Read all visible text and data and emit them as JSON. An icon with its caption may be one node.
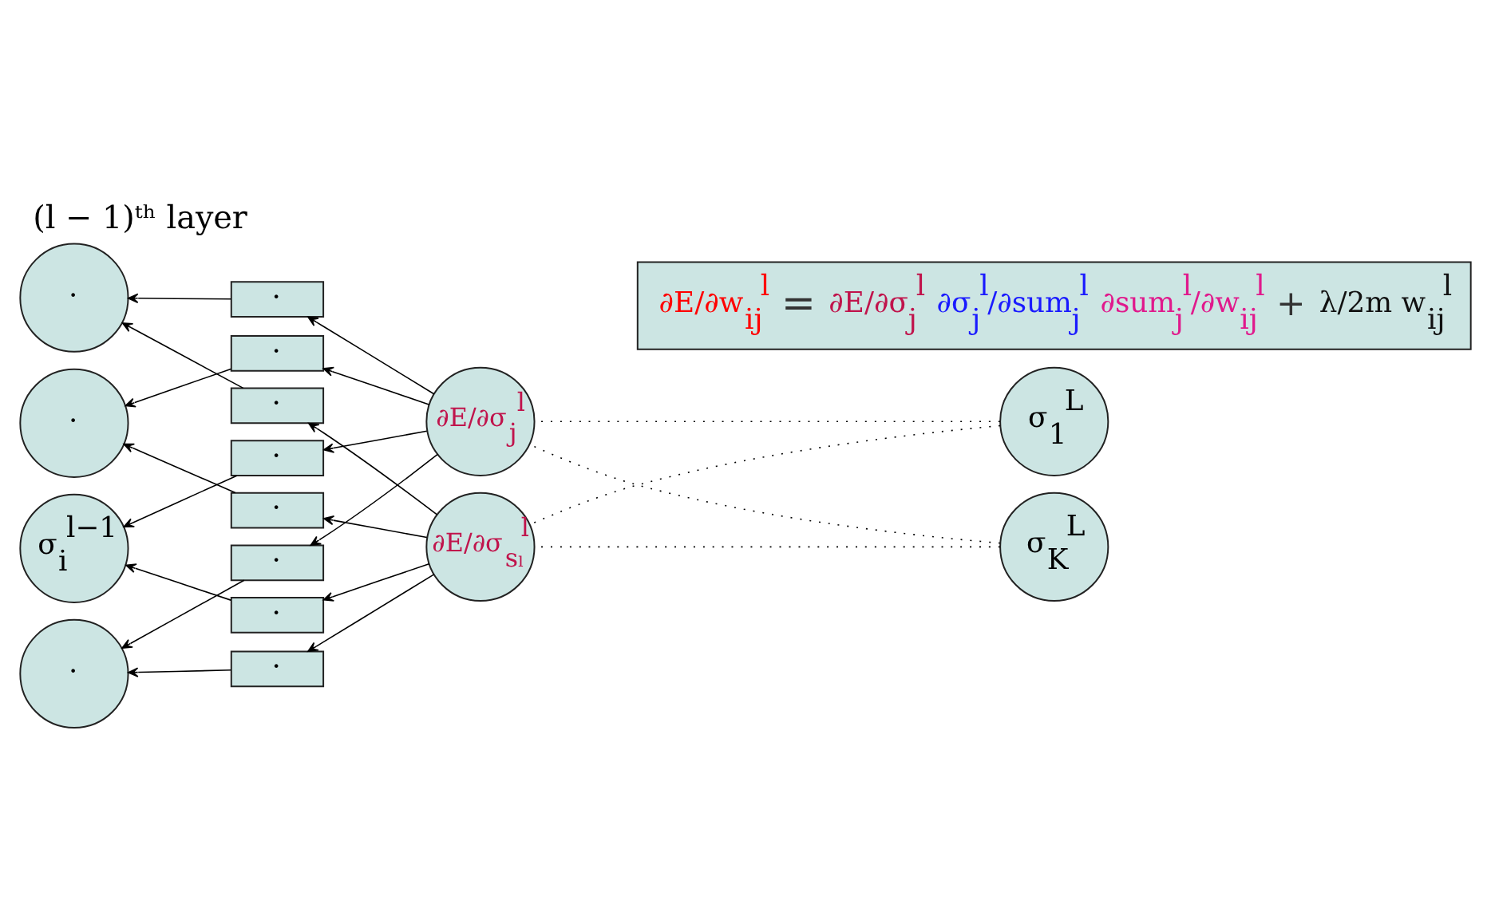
{
  "diagram": {
    "title": "(l − 1)ᵗʰ layer",
    "nodes": [
      {
        "text": [
          "·"
        ]
      },
      {
        "text": [
          "·"
        ]
      },
      {
        "text": [
          "σ$_{i}$$^{l−1}$"
        ]
      },
      {
        "text": [
          "·"
        ]
      },
      {
        "text": [
          "·"
        ]
      },
      {
        "text": [
          "·"
        ]
      },
      {
        "text": [
          "·"
        ]
      },
      {
        "text": [
          "·"
        ]
      },
      {
        "text": [
          "·"
        ]
      },
      {
        "text": [
          "·"
        ]
      },
      {
        "text": [
          "·"
        ]
      },
      {
        "text": [
          "·"
        ]
      },
      {
        "text": [
          "∂E/∂σ$_{j}$$^{l}$"
        ]
      },
      {
        "text": [
          "∂E/∂σ$_{sₗ}$$^{l}$"
        ]
      },
      {
        "text": [
          "σ$_{1}$$^{L}$"
        ]
      },
      {
        "text": [
          "σ$_{K}$$^{L}$"
        ]
      },
      {
        "text": [
          "∂E/∂w$_{ij}$$^{l}$",
          "=",
          "∂E/∂σ$_{j}$$^{l}$",
          "∂σ$_{j}$$^{l}$/∂sum$_{j}$$^{l}$",
          "∂sum$_{j}$$^{l}$/∂w$_{ij}$$^{l}$",
          "+",
          "λ/2m w$_{ij}$$^{l}$"
        ]
      }
    ],
    "edges": [
      {
        "from": 12,
        "to": 4,
        "arrow": "to"
      },
      {
        "from": 4,
        "to": 0,
        "arrow": "to"
      },
      {
        "from": 12,
        "to": 5,
        "arrow": "to"
      },
      {
        "from": 5,
        "to": 1,
        "arrow": "to"
      },
      {
        "from": 12,
        "to": 6,
        "arrow": "to"
      },
      {
        "from": 6,
        "to": 2,
        "arrow": "to"
      },
      {
        "from": 12,
        "to": 7,
        "arrow": "to"
      },
      {
        "from": 7,
        "to": 3,
        "arrow": "to"
      },
      {
        "from": 13,
        "to": 8,
        "arrow": "to"
      },
      {
        "from": 8,
        "to": 0,
        "arrow": "to"
      },
      {
        "from": 13,
        "to": 9,
        "arrow": "to"
      },
      {
        "from": 9,
        "to": 1,
        "arrow": "to"
      },
      {
        "from": 13,
        "to": 10,
        "arrow": "to"
      },
      {
        "from": 10,
        "to": 2,
        "arrow": "to"
      },
      {
        "from": 13,
        "to": 11,
        "arrow": "to"
      },
      {
        "from": 11,
        "to": 3,
        "arrow": "to"
      },
      {
        "from": 14,
        "to": 12,
        "arrow": "none",
        "style": "dashed"
      },
      {
        "from": 15,
        "to": 12,
        "arrow": "none",
        "style": "dashed"
      },
      {
        "from": 14,
        "to": 13,
        "arrow": "none",
        "style": "dashed"
      },
      {
        "from": 15,
        "to": 13,
        "arrow": "none",
        "style": "dashed"
      }
    ]
  }
}
